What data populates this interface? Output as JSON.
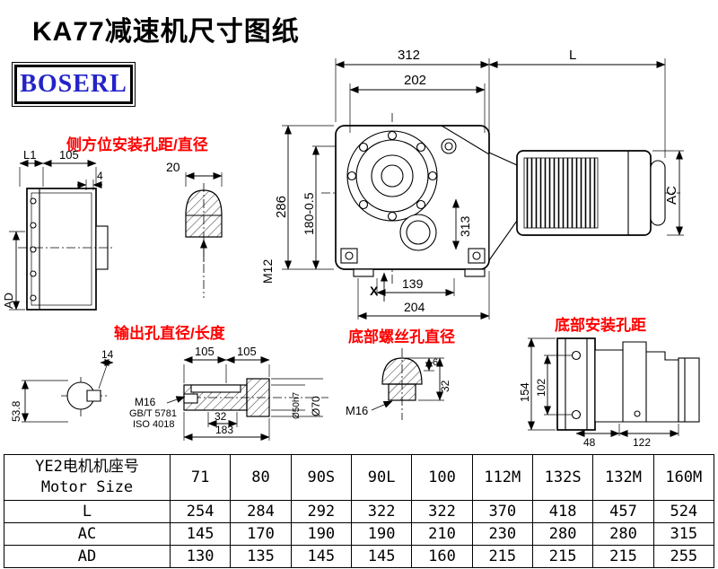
{
  "title": "KA77减速机尺寸图纸",
  "logo_text": "BOSERL",
  "colors": {
    "accent_red": "#ff0000",
    "logo_blue": "#2323c8",
    "line": "#000000"
  },
  "labels": {
    "side_mount": "侧方位安装孔距/直径",
    "output_hole": "输出孔直径/长度",
    "bottom_screw": "底部螺丝孔直径",
    "bottom_mount": "底部安装孔距"
  },
  "dims": {
    "top_312": "312",
    "top_L": "L",
    "top_202": "202",
    "left_286": "286",
    "left_180": "180-0.5",
    "inner_313": "313",
    "bottom_139": "139",
    "bottom_204": "204",
    "right_AC": "AC",
    "x_mark": "X",
    "side_L1": "L1",
    "side_105": "105",
    "side_4": "4",
    "side_AD": "AD",
    "pin_20": "20",
    "pin_M12": "M12",
    "key_14": "14",
    "key_53_8": "53.8",
    "out_105a": "105",
    "out_105b": "105",
    "out_M16": "M16",
    "out_std1": "GB/T 5781",
    "out_std2": "ISO 4018",
    "out_32": "32",
    "out_183": "183",
    "out_d50": "Ø50h7",
    "out_d70": "Ø70",
    "bolt_M16": "M16",
    "bolt_6": "6",
    "bolt_32": "32",
    "base_154": "154",
    "base_102": "102",
    "base_48": "48",
    "base_122": "122"
  },
  "table": {
    "corner_line1": "YE2电机机座号",
    "corner_line2": "Motor Size",
    "columns": [
      "71",
      "80",
      "90S",
      "90L",
      "100",
      "112M",
      "132S",
      "132M",
      "160M"
    ],
    "rows": [
      {
        "label": "L",
        "values": [
          "254",
          "284",
          "292",
          "322",
          "322",
          "370",
          "418",
          "457",
          "524"
        ]
      },
      {
        "label": "AC",
        "values": [
          "145",
          "170",
          "190",
          "190",
          "210",
          "230",
          "280",
          "280",
          "315"
        ]
      },
      {
        "label": "AD",
        "values": [
          "130",
          "135",
          "145",
          "145",
          "160",
          "215",
          "215",
          "215",
          "255"
        ]
      }
    ]
  }
}
